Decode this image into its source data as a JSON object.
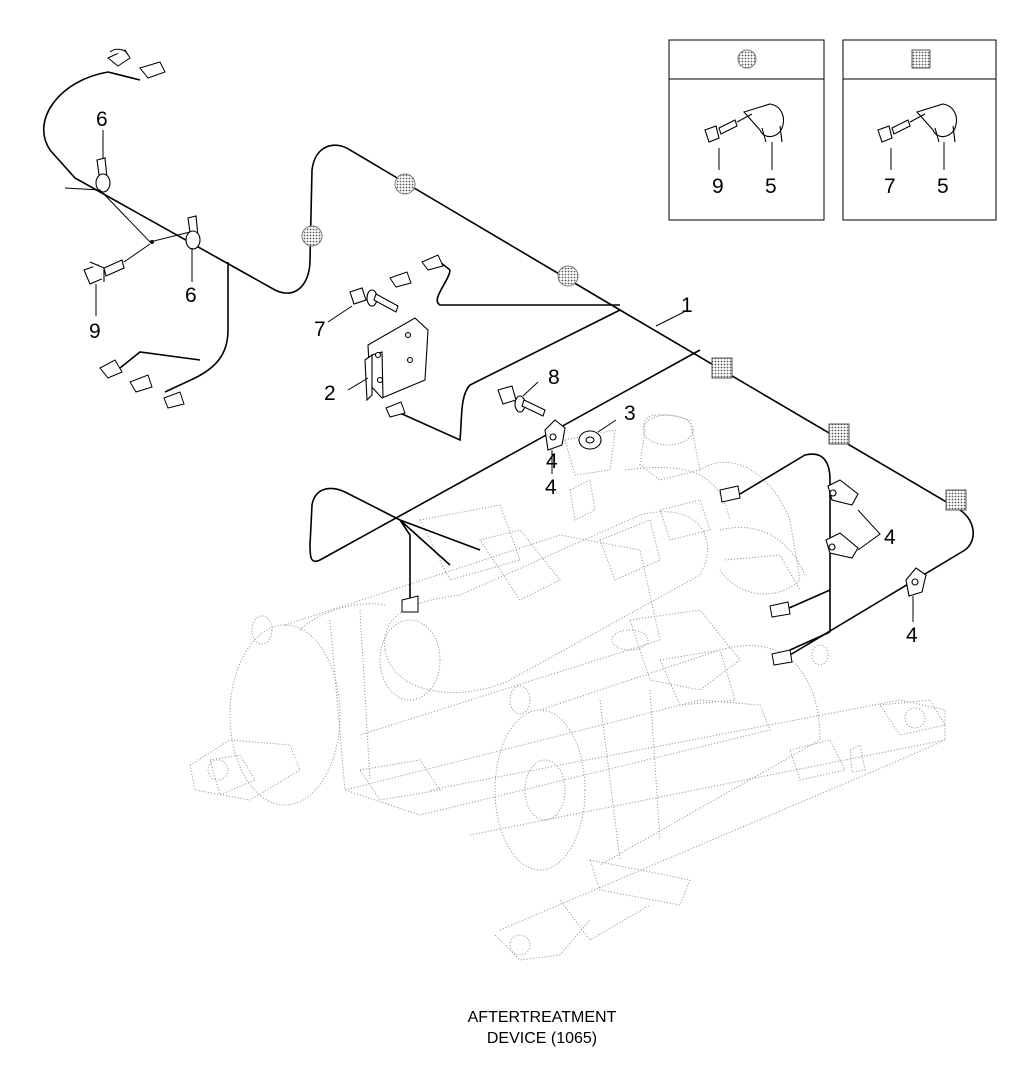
{
  "callouts": [
    {
      "id": "1",
      "label": "1"
    },
    {
      "id": "2",
      "label": "2"
    },
    {
      "id": "3",
      "label": "3"
    },
    {
      "id": "4a",
      "label": "4"
    },
    {
      "id": "4b",
      "label": "4"
    },
    {
      "id": "4c",
      "label": "4"
    },
    {
      "id": "4d",
      "label": "4"
    },
    {
      "id": "5a",
      "label": "5"
    },
    {
      "id": "5b",
      "label": "5"
    },
    {
      "id": "6a",
      "label": "6"
    },
    {
      "id": "6b",
      "label": "6"
    },
    {
      "id": "7a",
      "label": "7"
    },
    {
      "id": "7b",
      "label": "7"
    },
    {
      "id": "8",
      "label": "8"
    },
    {
      "id": "9a",
      "label": "9"
    },
    {
      "id": "9b",
      "label": "9"
    }
  ],
  "legend": {
    "circle_box": {
      "marker": "dotted-circle",
      "parts": [
        "9",
        "5"
      ]
    },
    "square_box": {
      "marker": "dotted-square",
      "parts": [
        "7",
        "5"
      ]
    }
  },
  "caption": {
    "line1": "AFTERTREATMENT",
    "line2": "DEVICE (1065)"
  },
  "colors": {
    "ink": "#000000",
    "ghost": "#9a9a9a",
    "dot_fill": "#c8c8c8"
  }
}
